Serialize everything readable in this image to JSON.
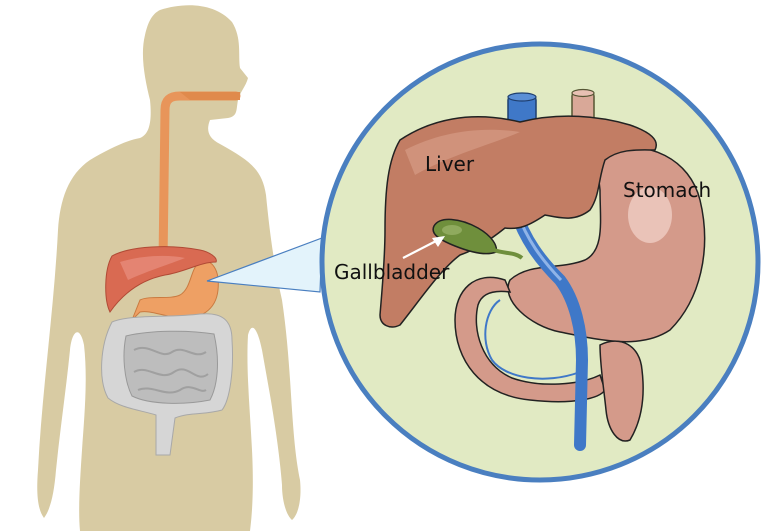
{
  "diagram": {
    "type": "anatomical-illustration",
    "subject": "human digestive system with magnified view of liver, gallbladder and stomach",
    "labels": {
      "liver": "Liver",
      "stomach": "Stomach",
      "gallbladder": "Gallbladder"
    },
    "colors": {
      "body_silhouette": "#d8cba3",
      "esophagus": "#e8955a",
      "small_liver": "#d96a52",
      "small_stomach": "#eea064",
      "intestines": "#d0d0d0",
      "callout_fill": "#e3f3fb",
      "callout_stroke": "#4a7fc0",
      "circle_fill": "#e1eac3",
      "circle_stroke": "#4a7fc0",
      "liver": "#c27d64",
      "stomach": "#d49a8a",
      "gallbladder": "#6f8f3c",
      "vein": "#3f78c8",
      "artery": "#d9a898"
    }
  }
}
